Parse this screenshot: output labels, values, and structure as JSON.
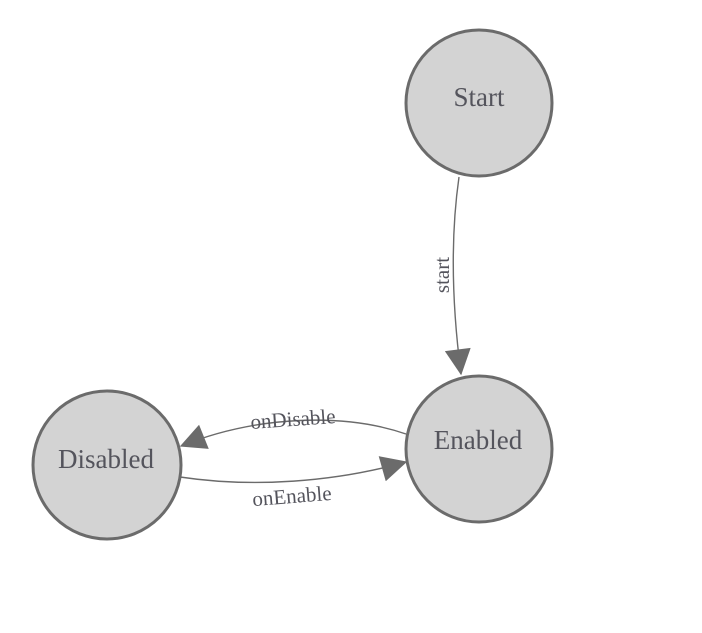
{
  "diagram": {
    "type": "state-machine",
    "nodes": [
      {
        "id": "start",
        "label": "Start"
      },
      {
        "id": "enabled",
        "label": "Enabled"
      },
      {
        "id": "disabled",
        "label": "Disabled"
      }
    ],
    "edges": [
      {
        "from": "start",
        "to": "enabled",
        "label": "start"
      },
      {
        "from": "enabled",
        "to": "disabled",
        "label": "onDisable"
      },
      {
        "from": "disabled",
        "to": "enabled",
        "label": "onEnable"
      }
    ]
  },
  "colors": {
    "background": "#ffffff",
    "node_fill": "#d3d3d3",
    "node_stroke": "#6b6b6b",
    "edge_color": "#6b6b6b",
    "text_color": "#54545c"
  }
}
